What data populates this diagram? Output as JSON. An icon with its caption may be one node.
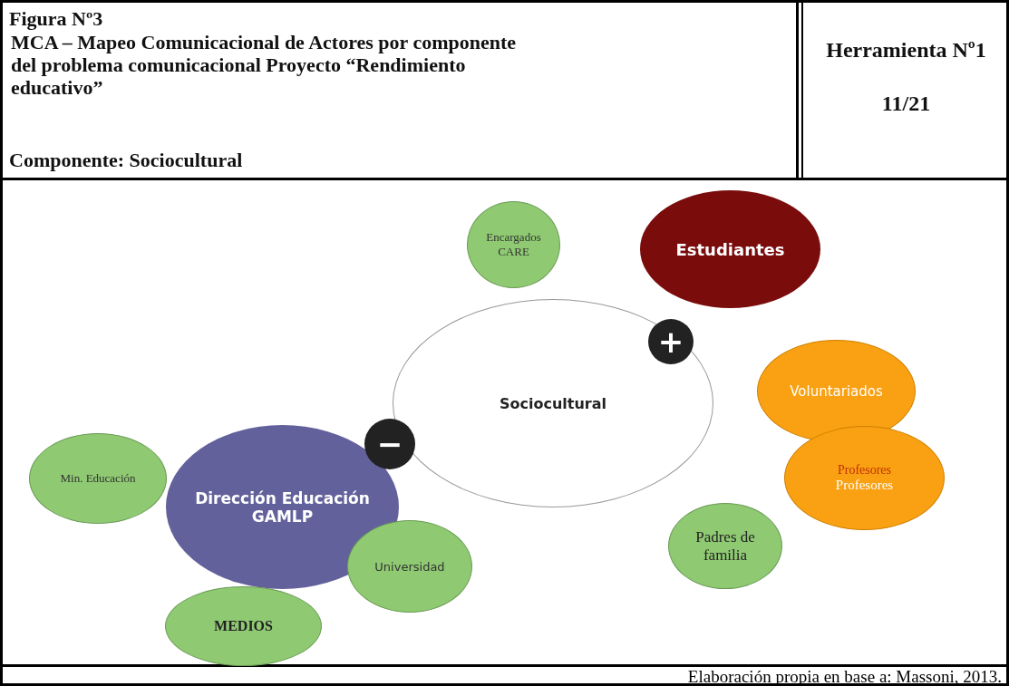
{
  "diagram": {
    "title": "Figura Nº3",
    "caption": "Elaboración propia en base a: Massoni, 2013.",
    "nodes": [
      {
        "text": [
          "Encargados CARE"
        ]
      },
      {
        "text": [
          "Estudiantes"
        ]
      },
      {
        "text": [
          "Sociocultural"
        ]
      },
      {
        "text": [
          "Voluntariados"
        ]
      },
      {
        "text": [
          "Min. Educación"
        ]
      },
      {
        "text": [
          "Dirección Educación GAMLP"
        ]
      },
      {
        "text": [
          "Profesores",
          "Profesores"
        ]
      },
      {
        "text": [
          "Padres de familia"
        ]
      },
      {
        "text": [
          "Universidad"
        ]
      },
      {
        "text": [
          "MEDIOS"
        ]
      }
    ],
    "labels": [
      "MCA – Mapeo Comunicacional de Actores por componente del problema comunicacional Proyecto “Rendimiento educativo”",
      "Componente: Sociocultural",
      "Herramienta Nº1",
      "11/21",
      "+",
      "−"
    ]
  }
}
